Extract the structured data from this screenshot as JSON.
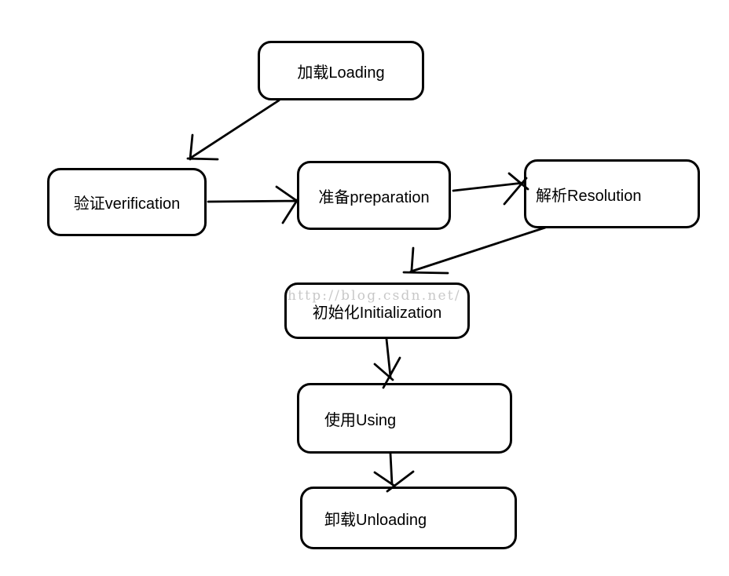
{
  "diagram": {
    "watermark": "http://blog.csdn.net/",
    "nodes": [
      {
        "id": "loading",
        "label": "加载Loading"
      },
      {
        "id": "verification",
        "label": "验证verification"
      },
      {
        "id": "preparation",
        "label": "准备preparation"
      },
      {
        "id": "resolution",
        "label": "解析Resolution"
      },
      {
        "id": "initialization",
        "label": "初始化Initialization"
      },
      {
        "id": "using",
        "label": "使用Using"
      },
      {
        "id": "unloading",
        "label": "卸载Unloading"
      }
    ],
    "edges": [
      {
        "from": "loading",
        "to": "verification"
      },
      {
        "from": "verification",
        "to": "preparation"
      },
      {
        "from": "preparation",
        "to": "resolution"
      },
      {
        "from": "resolution",
        "to": "initialization"
      },
      {
        "from": "initialization",
        "to": "using"
      },
      {
        "from": "using",
        "to": "unloading"
      }
    ],
    "colors": {
      "stroke": "#000000",
      "background": "#ffffff",
      "watermark_text": "#c8c8c8"
    }
  }
}
